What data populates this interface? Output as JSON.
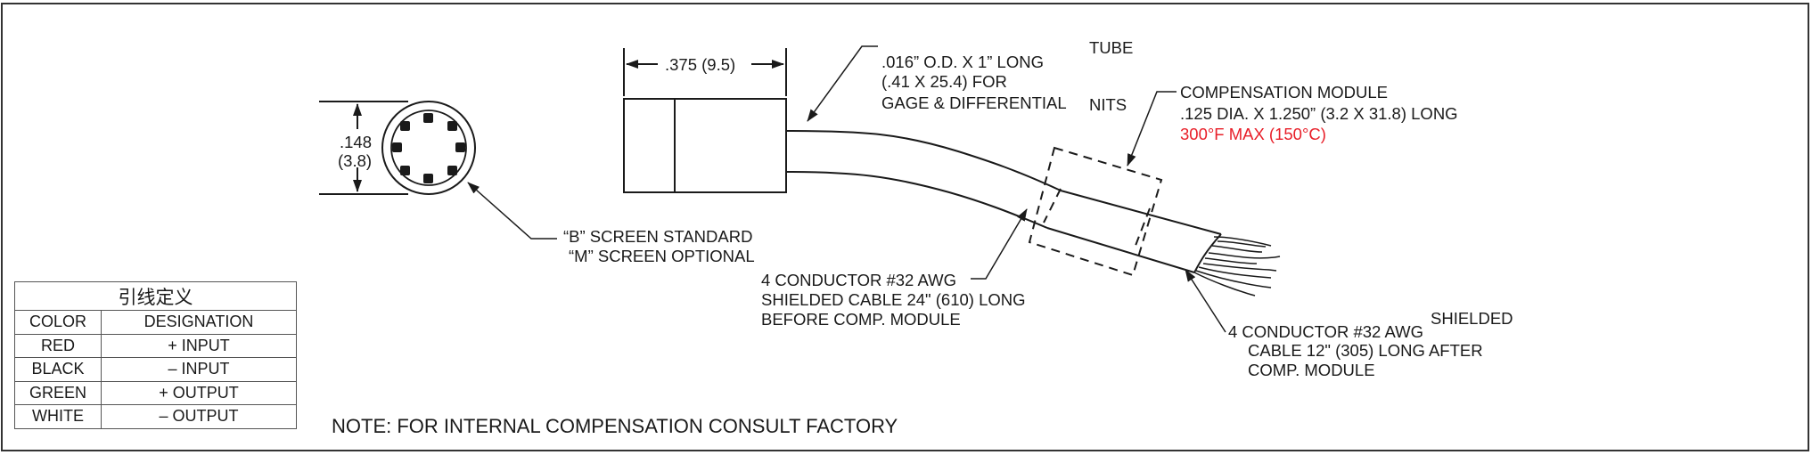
{
  "labels": {
    "dim_148": ".148",
    "dim_148_mm": "(3.8)",
    "dim_375": ".375 (9.5)",
    "tube_line1": ".016” O.D. X 1” LONG",
    "tube_line2": "(.41 X 25.4) FOR",
    "tube_line3": "GAGE & DIFFERENTIAL",
    "tube_word": "TUBE",
    "nits_word": "NITS",
    "comp_line1": "COMPENSATION MODULE",
    "comp_line2": ".125 DIA. X 1.250” (3.2 X 31.8) LONG",
    "comp_line3": "300°F MAX (150°C)",
    "screen_line1": "“B” SCREEN STANDARD",
    "screen_line2": "“M” SCREEN OPTIONAL",
    "cable_before_line1": "4 CONDUCTOR #32 AWG",
    "cable_before_line2": "SHIELDED CABLE 24\" (610) LONG",
    "cable_before_line3": "BEFORE COMP. MODULE",
    "cable_after_line1": "4 CONDUCTOR #32 AWG",
    "cable_after_shielded": "SHIELDED",
    "cable_after_line2": "CABLE 12\" (305) LONG AFTER",
    "cable_after_line3": "COMP. MODULE"
  },
  "note": "NOTE: FOR INTERNAL COMPENSATION CONSULT FACTORY",
  "pin_table": {
    "title": "引线定义",
    "headers": [
      "COLOR",
      "DESIGNATION"
    ],
    "rows": [
      {
        "color": "RED",
        "designation": "+ INPUT"
      },
      {
        "color": "BLACK",
        "designation": "– INPUT"
      },
      {
        "color": "GREEN",
        "designation": "+ OUTPUT"
      },
      {
        "color": "WHITE",
        "designation": "– OUTPUT"
      }
    ]
  },
  "colors": {
    "line": "#1a1a1a",
    "temperature_text": "#e8202a"
  }
}
